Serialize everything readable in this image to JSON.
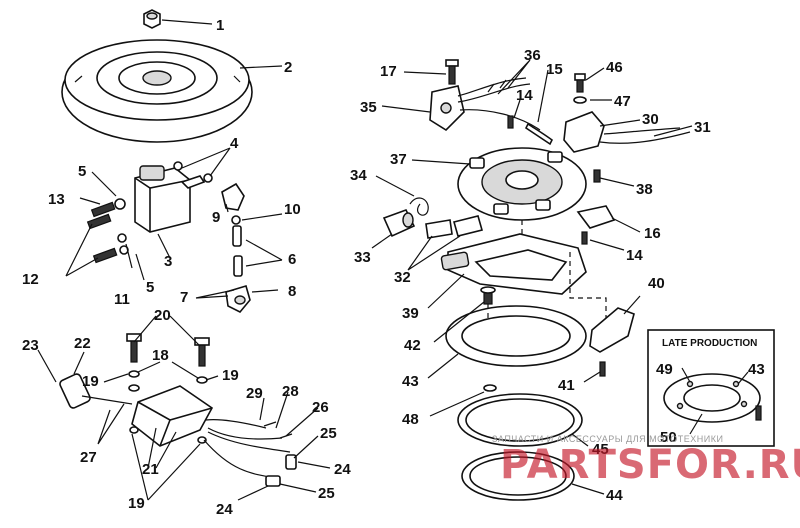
{
  "callouts": [
    {
      "id": "c1",
      "text": "1"
    },
    {
      "id": "c2",
      "text": "2"
    },
    {
      "id": "c3",
      "text": "3"
    },
    {
      "id": "c4",
      "text": "4"
    },
    {
      "id": "c5a",
      "text": "5"
    },
    {
      "id": "c5b",
      "text": "5"
    },
    {
      "id": "c6",
      "text": "6"
    },
    {
      "id": "c7",
      "text": "7"
    },
    {
      "id": "c8",
      "text": "8"
    },
    {
      "id": "c9",
      "text": "9"
    },
    {
      "id": "c10",
      "text": "10"
    },
    {
      "id": "c11",
      "text": "11"
    },
    {
      "id": "c12",
      "text": "12"
    },
    {
      "id": "c13",
      "text": "13"
    },
    {
      "id": "c14a",
      "text": "14"
    },
    {
      "id": "c14b",
      "text": "14"
    },
    {
      "id": "c15",
      "text": "15"
    },
    {
      "id": "c16",
      "text": "16"
    },
    {
      "id": "c17",
      "text": "17"
    },
    {
      "id": "c18",
      "text": "18"
    },
    {
      "id": "c19a",
      "text": "19"
    },
    {
      "id": "c19b",
      "text": "19"
    },
    {
      "id": "c19c",
      "text": "19"
    },
    {
      "id": "c20",
      "text": "20"
    },
    {
      "id": "c21",
      "text": "21"
    },
    {
      "id": "c22",
      "text": "22"
    },
    {
      "id": "c23",
      "text": "23"
    },
    {
      "id": "c24a",
      "text": "24"
    },
    {
      "id": "c24b",
      "text": "24"
    },
    {
      "id": "c25a",
      "text": "25"
    },
    {
      "id": "c25b",
      "text": "25"
    },
    {
      "id": "c26",
      "text": "26"
    },
    {
      "id": "c27",
      "text": "27"
    },
    {
      "id": "c28",
      "text": "28"
    },
    {
      "id": "c29",
      "text": "29"
    },
    {
      "id": "c30",
      "text": "30"
    },
    {
      "id": "c31",
      "text": "31"
    },
    {
      "id": "c32",
      "text": "32"
    },
    {
      "id": "c33",
      "text": "33"
    },
    {
      "id": "c34",
      "text": "34"
    },
    {
      "id": "c35",
      "text": "35"
    },
    {
      "id": "c36",
      "text": "36"
    },
    {
      "id": "c37",
      "text": "37"
    },
    {
      "id": "c38",
      "text": "38"
    },
    {
      "id": "c39",
      "text": "39"
    },
    {
      "id": "c40",
      "text": "40"
    },
    {
      "id": "c41",
      "text": "41"
    },
    {
      "id": "c42",
      "text": "42"
    },
    {
      "id": "c43",
      "text": "43"
    },
    {
      "id": "c44",
      "text": "44"
    },
    {
      "id": "c45",
      "text": "45"
    },
    {
      "id": "c46",
      "text": "46"
    },
    {
      "id": "c47",
      "text": "47"
    },
    {
      "id": "c48",
      "text": "48"
    },
    {
      "id": "c49",
      "text": "49"
    },
    {
      "id": "c50",
      "text": "50"
    },
    {
      "id": "c43i",
      "text": "43"
    }
  ],
  "inset": {
    "title": "LATE PRODUCTION"
  },
  "watermark": {
    "caption": "ЗАПЧАСТИ И АКСЕССУАРЫ ДЛЯ МОТОТЕХНИКИ",
    "brand": "PARTSFOR.RU"
  },
  "colors": {
    "ink": "#111111",
    "watermark_red": "#c4182a",
    "watermark_gray": "#9a9a9a"
  }
}
